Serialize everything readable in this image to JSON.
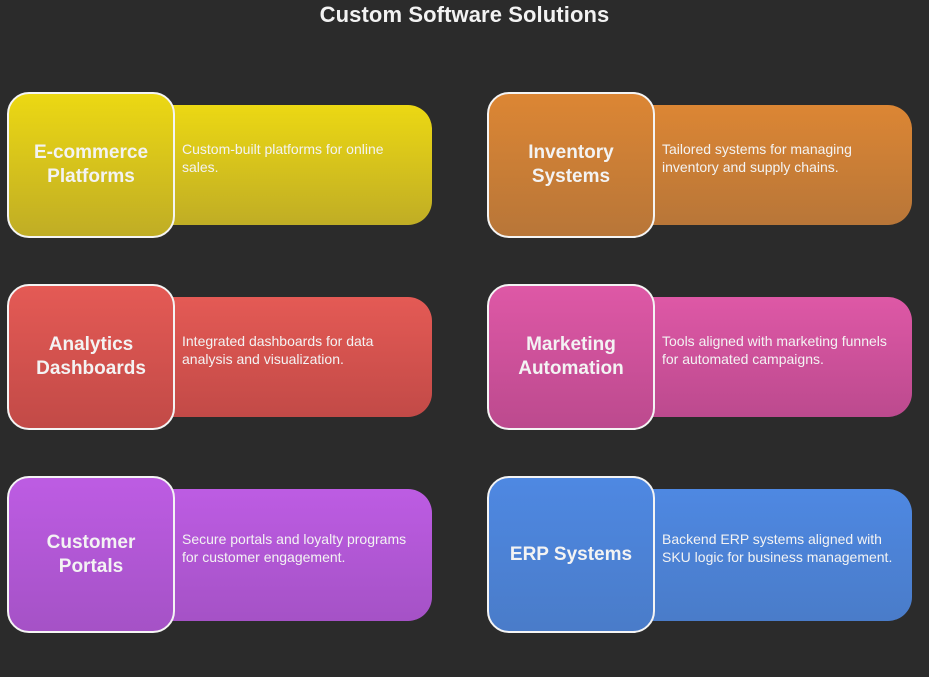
{
  "title": "Custom Software Solutions",
  "cards": [
    {
      "label": "E-commerce\nPlatforms",
      "description": "Custom-built platforms for online sales.",
      "color_top": "#ecd813",
      "color_bottom": "#c0ad25"
    },
    {
      "label": "Inventory\nSystems",
      "description": "Tailored systems for managing inventory and supply chains.",
      "color_top": "#dc8634",
      "color_bottom": "#b87638"
    },
    {
      "label": "Analytics\nDashboards",
      "description": "Integrated dashboards for data analysis and visualization.",
      "color_top": "#e45a55",
      "color_bottom": "#c24a47"
    },
    {
      "label": "Marketing\nAutomation",
      "description": "Tools aligned with marketing funnels for automated campaigns.",
      "color_top": "#de58a6",
      "color_bottom": "#bc4a8e"
    },
    {
      "label": "Customer\nPortals",
      "description": "Secure portals and loyalty programs for customer engagement.",
      "color_top": "#bd5ce3",
      "color_bottom": "#a552c6"
    },
    {
      "label": "ERP Systems",
      "description": "Backend ERP systems aligned with SKU logic for business management.",
      "color_top": "#4e88e2",
      "color_bottom": "#4a7cc9"
    }
  ]
}
